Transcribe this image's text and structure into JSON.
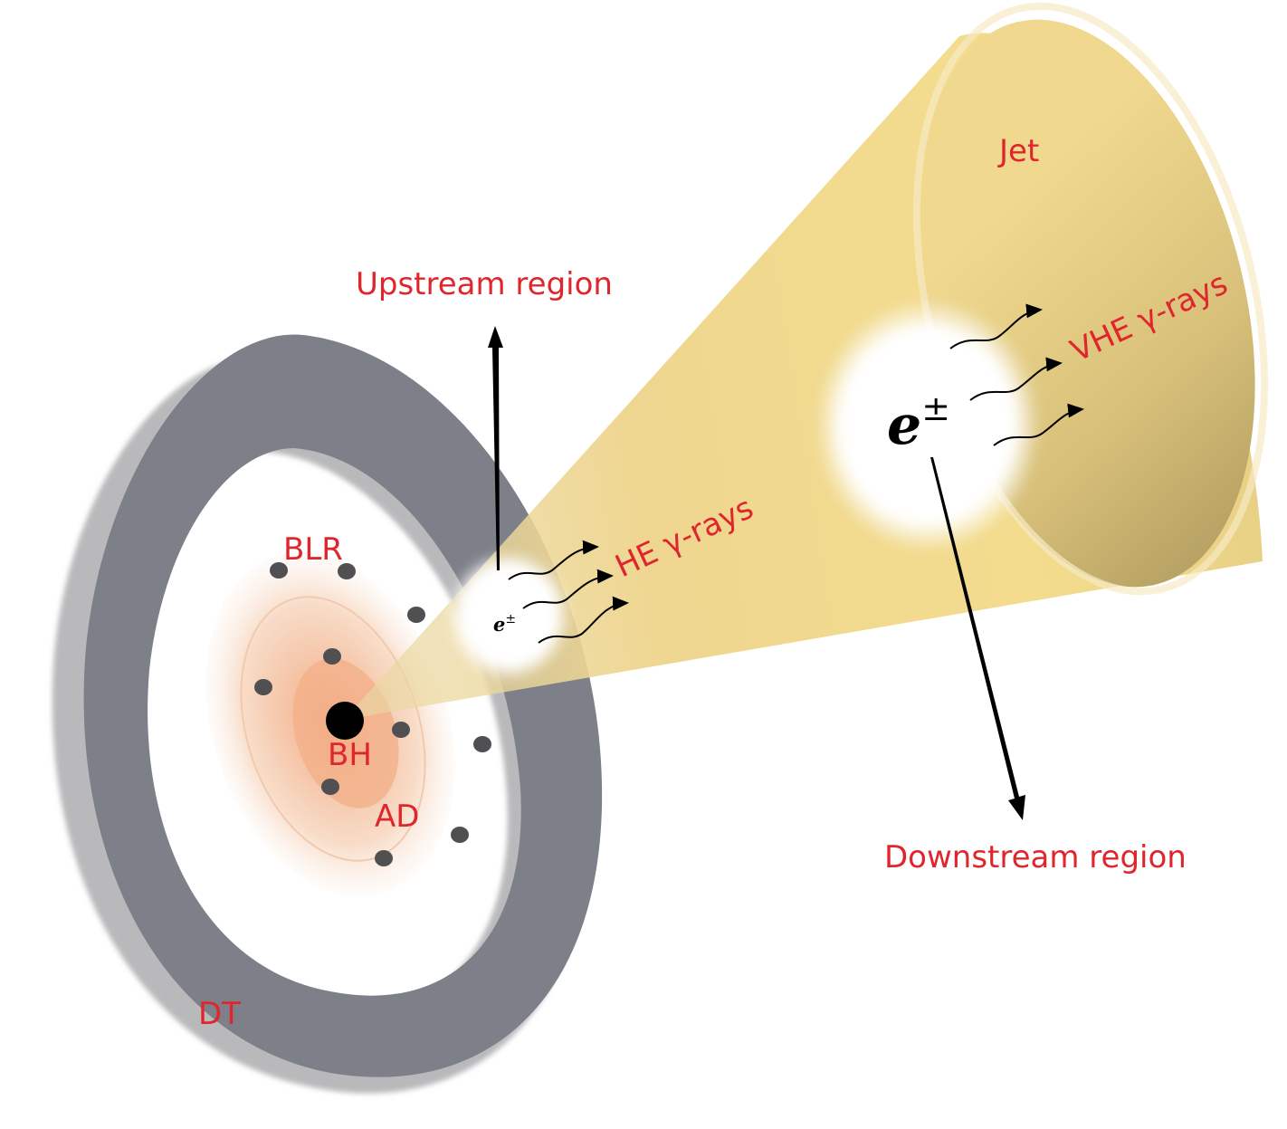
{
  "labels": {
    "jet": "Jet",
    "upstream": "Upstream region",
    "downstream": "Downstream region",
    "vhe": "VHE γ-rays",
    "he": "HE γ-rays",
    "blr": "BLR",
    "bh": "BH",
    "ad": "AD",
    "dt": "DT",
    "e_symbol": "e",
    "e_superscript": "±"
  },
  "colors": {
    "label": "#e0262d",
    "jet_light": "#f6e3a0",
    "jet_dark": "#a8955a",
    "torus": "#7d7f89",
    "torus_shadow": "#b9b9bb",
    "disk": "#f0b08a",
    "cloud": "#505052",
    "black_hole": "#000000"
  }
}
